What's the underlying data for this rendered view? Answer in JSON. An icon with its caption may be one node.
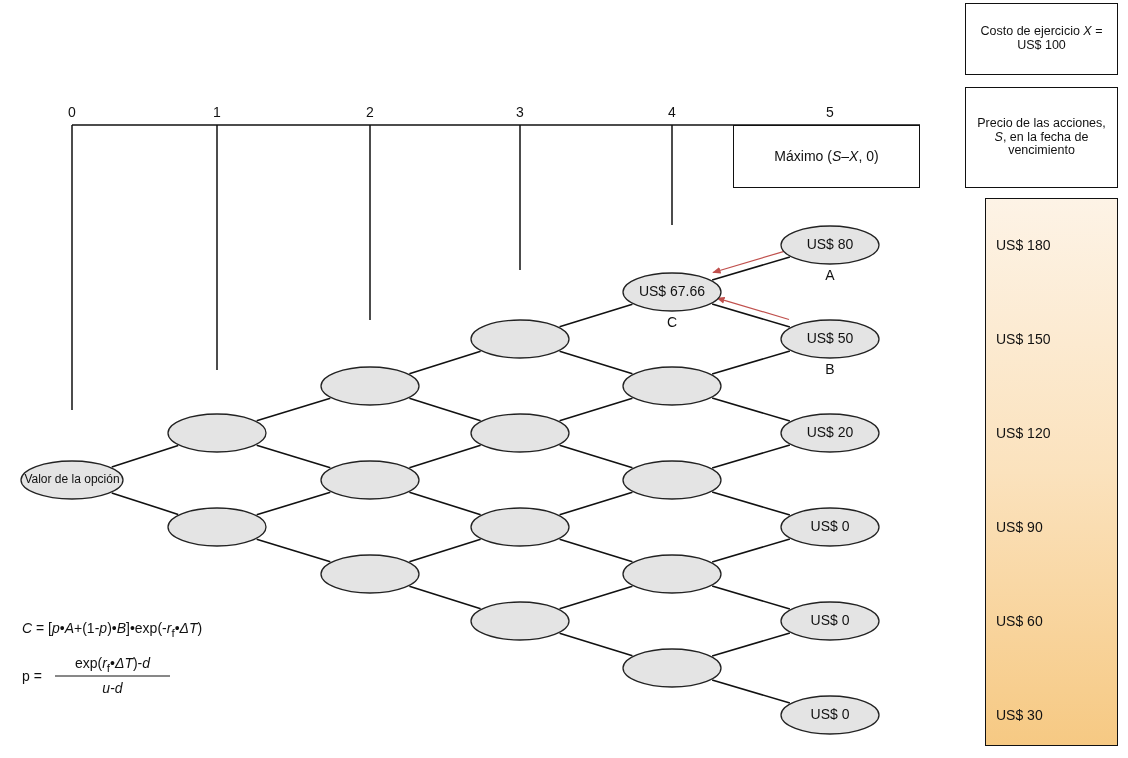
{
  "diagram": {
    "nodes": [
      {
        "text": [
          "Valor de la opción"
        ]
      },
      {
        "text": [],
        "shape": "ellipse"
      },
      {
        "text": [],
        "shape": "ellipse"
      },
      {
        "text": [],
        "shape": "ellipse"
      },
      {
        "text": [],
        "shape": "ellipse"
      },
      {
        "text": [],
        "shape": "ellipse"
      },
      {
        "text": [],
        "shape": "ellipse"
      },
      {
        "text": [],
        "shape": "ellipse"
      },
      {
        "text": [],
        "shape": "ellipse"
      },
      {
        "text": [],
        "shape": "ellipse"
      },
      {
        "text": [
          "US$ 67.66"
        ],
        "beside": [
          "C"
        ]
      },
      {
        "text": [],
        "shape": "ellipse"
      },
      {
        "text": [],
        "shape": "ellipse"
      },
      {
        "text": [],
        "shape": "ellipse"
      },
      {
        "text": [],
        "shape": "ellipse"
      },
      {
        "text": [
          "US$ 80"
        ],
        "beside": [
          "A"
        ]
      },
      {
        "text": [
          "US$ 50"
        ],
        "beside": [
          "B"
        ]
      },
      {
        "text": [
          "US$ 20"
        ]
      },
      {
        "text": [
          "US$ 0"
        ]
      },
      {
        "text": [
          "US$ 0"
        ]
      },
      {
        "text": [
          "US$ 0"
        ]
      },
      {
        "text": [
          "Máximo (*S*–*X*, 0)"
        ]
      },
      {
        "text": [
          "Costo de ejercicio *X* = US$ 100"
        ]
      },
      {
        "text": [
          "Precio de las acciones, *S*, en la fecha de vencimiento"
        ]
      },
      {
        "text": [
          "US$ 180",
          "US$ 150",
          "US$ 120",
          "US$ 90",
          "US$ 60",
          "US$ 30"
        ]
      }
    ],
    "edges": [
      {
        "from": 0,
        "to": 1,
        "arrow": "none"
      },
      {
        "from": 0,
        "to": 2,
        "arrow": "none"
      },
      {
        "from": 1,
        "to": 3,
        "arrow": "none"
      },
      {
        "from": 1,
        "to": 4,
        "arrow": "none"
      },
      {
        "from": 2,
        "to": 4,
        "arrow": "none"
      },
      {
        "from": 2,
        "to": 5,
        "arrow": "none"
      },
      {
        "from": 3,
        "to": 6,
        "arrow": "none"
      },
      {
        "from": 3,
        "to": 7,
        "arrow": "none"
      },
      {
        "from": 4,
        "to": 7,
        "arrow": "none"
      },
      {
        "from": 4,
        "to": 8,
        "arrow": "none"
      },
      {
        "from": 5,
        "to": 8,
        "arrow": "none"
      },
      {
        "from": 5,
        "to": 9,
        "arrow": "none"
      },
      {
        "from": 6,
        "to": 10,
        "arrow": "none"
      },
      {
        "from": 6,
        "to": 11,
        "arrow": "none"
      },
      {
        "from": 7,
        "to": 11,
        "arrow": "none"
      },
      {
        "from": 7,
        "to": 12,
        "arrow": "none"
      },
      {
        "from": 8,
        "to": 12,
        "arrow": "none"
      },
      {
        "from": 8,
        "to": 13,
        "arrow": "none"
      },
      {
        "from": 9,
        "to": 13,
        "arrow": "none"
      },
      {
        "from": 9,
        "to": 14,
        "arrow": "none"
      },
      {
        "from": 10,
        "to": 15,
        "arrow": "none"
      },
      {
        "from": 10,
        "to": 16,
        "arrow": "none"
      },
      {
        "from": 11,
        "to": 16,
        "arrow": "none"
      },
      {
        "from": 11,
        "to": 17,
        "arrow": "none"
      },
      {
        "from": 12,
        "to": 17,
        "arrow": "none"
      },
      {
        "from": 12,
        "to": 18,
        "arrow": "none"
      },
      {
        "from": 13,
        "to": 18,
        "arrow": "none"
      },
      {
        "from": 13,
        "to": 19,
        "arrow": "none"
      },
      {
        "from": 14,
        "to": 19,
        "arrow": "none"
      },
      {
        "from": 14,
        "to": 20,
        "arrow": "none"
      },
      {
        "from": 15,
        "to": 10,
        "arrow": "to",
        "color": "#c0504d"
      },
      {
        "from": 16,
        "to": 10,
        "arrow": "to",
        "color": "#c0504d"
      }
    ],
    "labels": [
      "0",
      "1",
      "2",
      "3",
      "4",
      "5",
      "*C* = [*p*•*A*+(1-*p*)•*B*]•exp(-*r*$_{f}$•*ΔT*)",
      "p =",
      "exp(*r*$_{f}$•*ΔT*)-*d*",
      "*u*-*d*"
    ]
  }
}
